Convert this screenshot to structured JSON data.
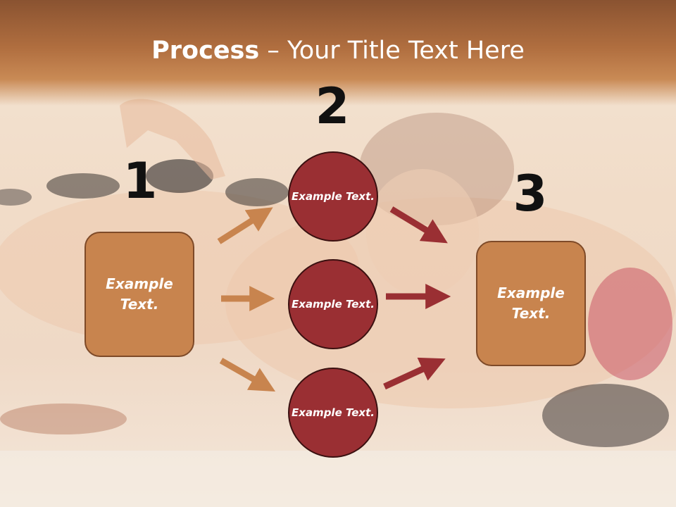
{
  "title": {
    "bold": "Process",
    "rest": " – Your Title Text Here"
  },
  "steps": [
    {
      "number": "1",
      "text": "Example Text."
    },
    {
      "number": "2",
      "text": "Example Text."
    },
    {
      "number": "3",
      "text": "Example Text."
    }
  ],
  "circles": [
    {
      "text": "Example Text."
    },
    {
      "text": "Example Text."
    },
    {
      "text": "Example Text."
    }
  ],
  "colors": {
    "box": "#c8844e",
    "circle": "#9a2f33",
    "arrow_left": "#c8844e",
    "arrow_right": "#9a2f33",
    "header": "#b06e3f"
  }
}
